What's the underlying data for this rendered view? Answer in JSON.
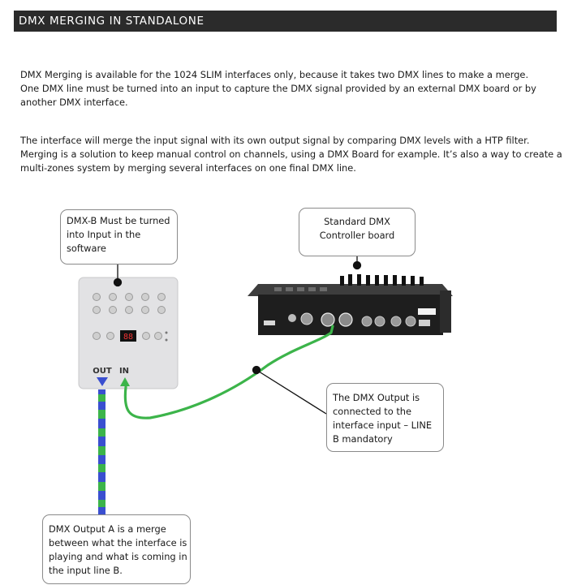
{
  "header": {
    "title": "DMX MERGING IN STANDALONE"
  },
  "intro": {
    "lines": [
      "DMX Merging is available for the 1024 SLIM interfaces only, because it takes two DMX lines to make a merge.",
      "One DMX line must be turned into an input to capture the DMX signal provided by an external DMX board or by",
      "another DMX interface."
    ]
  },
  "body": {
    "lines": [
      "The interface will merge the input signal with its own output signal by comparing DMX levels with a HTP filter.",
      "Merging is a solution to keep manual control on channels, using a DMX Board for example. It’s also a way to create a",
      "multi-zones system by merging several interfaces on one final DMX line."
    ]
  },
  "diagram": {
    "callout_dmxb": {
      "lines": [
        "DMX-B Must be turned",
        "into Input in the",
        "software"
      ]
    },
    "callout_controller": {
      "lines": [
        "Standard DMX",
        "Controller board"
      ]
    },
    "callout_output": {
      "lines": [
        "The DMX Output is",
        "connected to the",
        "interface input – LINE",
        "B mandatory"
      ]
    },
    "callout_merge": {
      "lines": [
        "DMX Output A is a merge",
        "between what the interface is",
        "playing and what is coming in",
        "the input line B."
      ]
    },
    "interface": {
      "out_label": "OUT",
      "in_label": "IN",
      "display_value": "88"
    },
    "colors": {
      "input_cable": "#3cb44a",
      "output_cable": "#3a4fd0",
      "output_dash": "#3cb44a",
      "device_body": "#e2e2e4"
    }
  }
}
